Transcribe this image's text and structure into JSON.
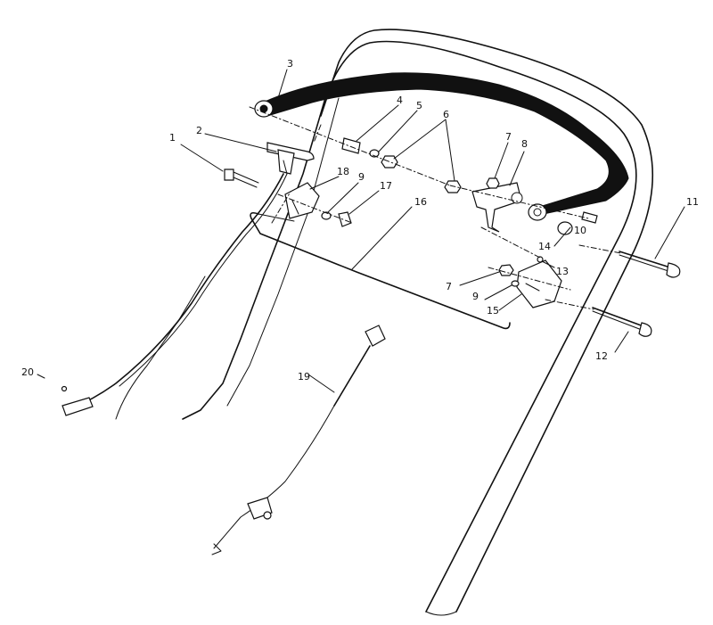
{
  "callouts": [
    {
      "id": "1",
      "label": "1"
    },
    {
      "id": "2",
      "label": "2"
    },
    {
      "id": "3",
      "label": "3"
    },
    {
      "id": "4",
      "label": "4"
    },
    {
      "id": "5",
      "label": "5"
    },
    {
      "id": "6",
      "label": "6"
    },
    {
      "id": "7a",
      "label": "7"
    },
    {
      "id": "8",
      "label": "8"
    },
    {
      "id": "9a",
      "label": "9"
    },
    {
      "id": "10",
      "label": "10"
    },
    {
      "id": "11",
      "label": "11"
    },
    {
      "id": "12",
      "label": "12"
    },
    {
      "id": "13",
      "label": "13"
    },
    {
      "id": "14",
      "label": "14"
    },
    {
      "id": "15",
      "label": "15"
    },
    {
      "id": "16",
      "label": "16"
    },
    {
      "id": "17",
      "label": "17"
    },
    {
      "id": "18",
      "label": "18"
    },
    {
      "id": "19",
      "label": "19"
    },
    {
      "id": "20",
      "label": "20"
    },
    {
      "id": "7b",
      "label": "7"
    },
    {
      "id": "9b",
      "label": "9"
    }
  ]
}
